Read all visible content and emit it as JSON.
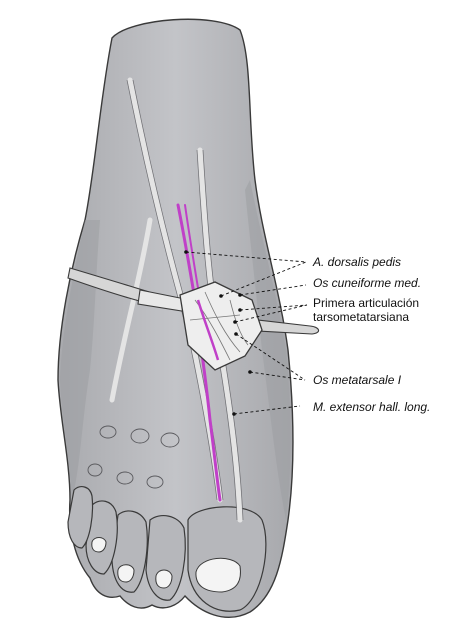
{
  "figure": {
    "labels": [
      {
        "id": "a-dorsalis-pedis",
        "text": "A. dorsalis pedis",
        "italic": true
      },
      {
        "id": "os-cuneiforme-med",
        "text": "Os cuneiforme med.",
        "italic": true
      },
      {
        "id": "primera-articulacion-1",
        "text": "Primera articulación",
        "italic": false
      },
      {
        "id": "primera-articulacion-2",
        "text": "tarsometatarsiana",
        "italic": false
      },
      {
        "id": "os-metatarsale-i",
        "text": "Os metatarsale I",
        "italic": true
      },
      {
        "id": "m-extensor-hall-long",
        "text": "M. extensor hall. long.",
        "italic": true
      }
    ],
    "colors": {
      "skin": "#bdbec2",
      "skin_shadow": "#9d9ea3",
      "outline": "#3a3a3a",
      "artery": "#c040c8",
      "tendon": "#e4e4e4",
      "retractor": "#d6d6d6"
    }
  }
}
